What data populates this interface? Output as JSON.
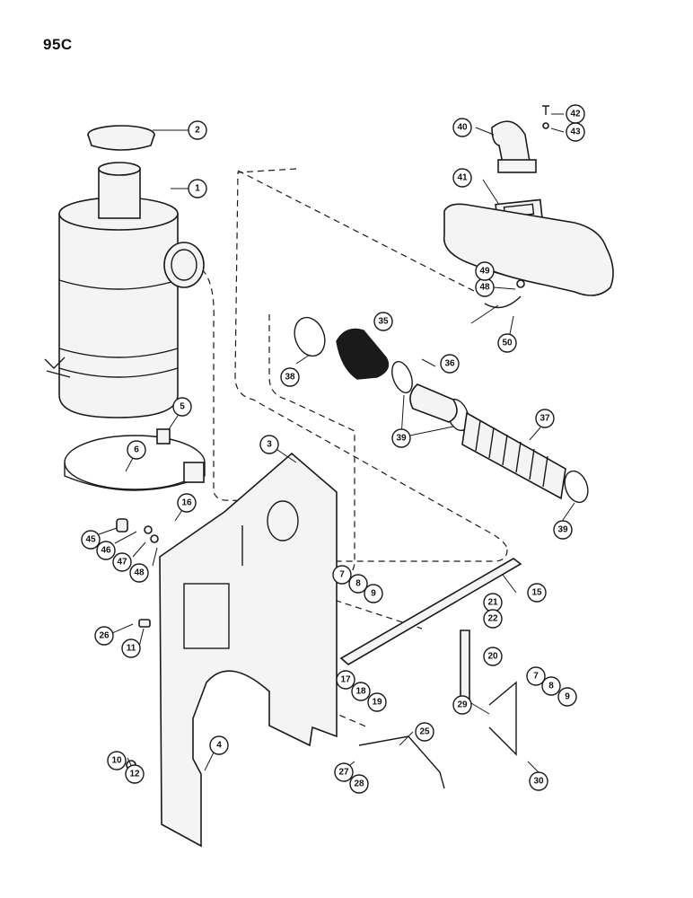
{
  "page": {
    "title": "95C"
  },
  "callouts": [
    {
      "label": "1"
    },
    {
      "label": "2"
    },
    {
      "label": "3"
    },
    {
      "label": "4"
    },
    {
      "label": "5"
    },
    {
      "label": "6"
    },
    {
      "label": "7"
    },
    {
      "label": "8"
    },
    {
      "label": "9"
    },
    {
      "label": "10"
    },
    {
      "label": "11"
    },
    {
      "label": "12"
    },
    {
      "label": "15"
    },
    {
      "label": "16"
    },
    {
      "label": "17"
    },
    {
      "label": "18"
    },
    {
      "label": "19"
    },
    {
      "label": "20"
    },
    {
      "label": "21"
    },
    {
      "label": "22"
    },
    {
      "label": "25"
    },
    {
      "label": "26"
    },
    {
      "label": "27"
    },
    {
      "label": "28"
    },
    {
      "label": "29"
    },
    {
      "label": "30"
    },
    {
      "label": "35"
    },
    {
      "label": "36"
    },
    {
      "label": "37"
    },
    {
      "label": "38"
    },
    {
      "label": "39"
    },
    {
      "label": "39"
    },
    {
      "label": "40"
    },
    {
      "label": "41"
    },
    {
      "label": "42"
    },
    {
      "label": "43"
    },
    {
      "label": "45"
    },
    {
      "label": "46"
    },
    {
      "label": "47"
    },
    {
      "label": "48"
    },
    {
      "label": "48"
    },
    {
      "label": "49"
    },
    {
      "label": "50"
    },
    {
      "label": "7"
    },
    {
      "label": "8"
    },
    {
      "label": "9"
    }
  ]
}
